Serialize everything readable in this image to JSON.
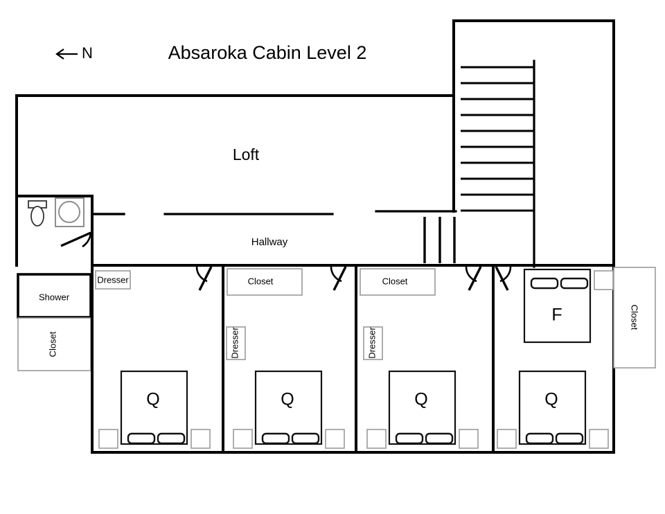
{
  "plan": {
    "title": "Absaroka Cabin Level 2",
    "north_label": "N",
    "north_arrow_direction": "left",
    "background_color": "#ffffff",
    "line_color": "#000000",
    "furniture_outline_color": "#9a9a9a"
  },
  "areas": {
    "loft": "Loft",
    "hallway": "Hallway",
    "bathroom_shower": "Shower",
    "bathroom_closet": "Closet",
    "right_closet": "Closet"
  },
  "stairs": {
    "step_count": 10,
    "railing_post_count": 3
  },
  "bedrooms": [
    {
      "id": "bedroom-1",
      "closet_label": null,
      "dresser_label": "Dresser",
      "dresser_orientation": "horizontal",
      "beds": [
        {
          "label": "Q",
          "size": "queen",
          "pillows": 2
        }
      ],
      "nightstands": 2
    },
    {
      "id": "bedroom-2",
      "closet_label": "Closet",
      "dresser_label": "Dresser",
      "dresser_orientation": "vertical",
      "beds": [
        {
          "label": "Q",
          "size": "queen",
          "pillows": 2
        }
      ],
      "nightstands": 2
    },
    {
      "id": "bedroom-3",
      "closet_label": "Closet",
      "dresser_label": "Dresser",
      "dresser_orientation": "vertical",
      "beds": [
        {
          "label": "Q",
          "size": "queen",
          "pillows": 2
        }
      ],
      "nightstands": 2
    },
    {
      "id": "bedroom-4",
      "closet_label": "Closet",
      "dresser_label": null,
      "dresser_orientation": null,
      "beds": [
        {
          "label": "F",
          "size": "full",
          "pillows": 2
        },
        {
          "label": "Q",
          "size": "queen",
          "pillows": 2
        }
      ],
      "nightstands": 3
    }
  ],
  "fixtures": {
    "toilet": "toilet",
    "sink": "sink"
  }
}
